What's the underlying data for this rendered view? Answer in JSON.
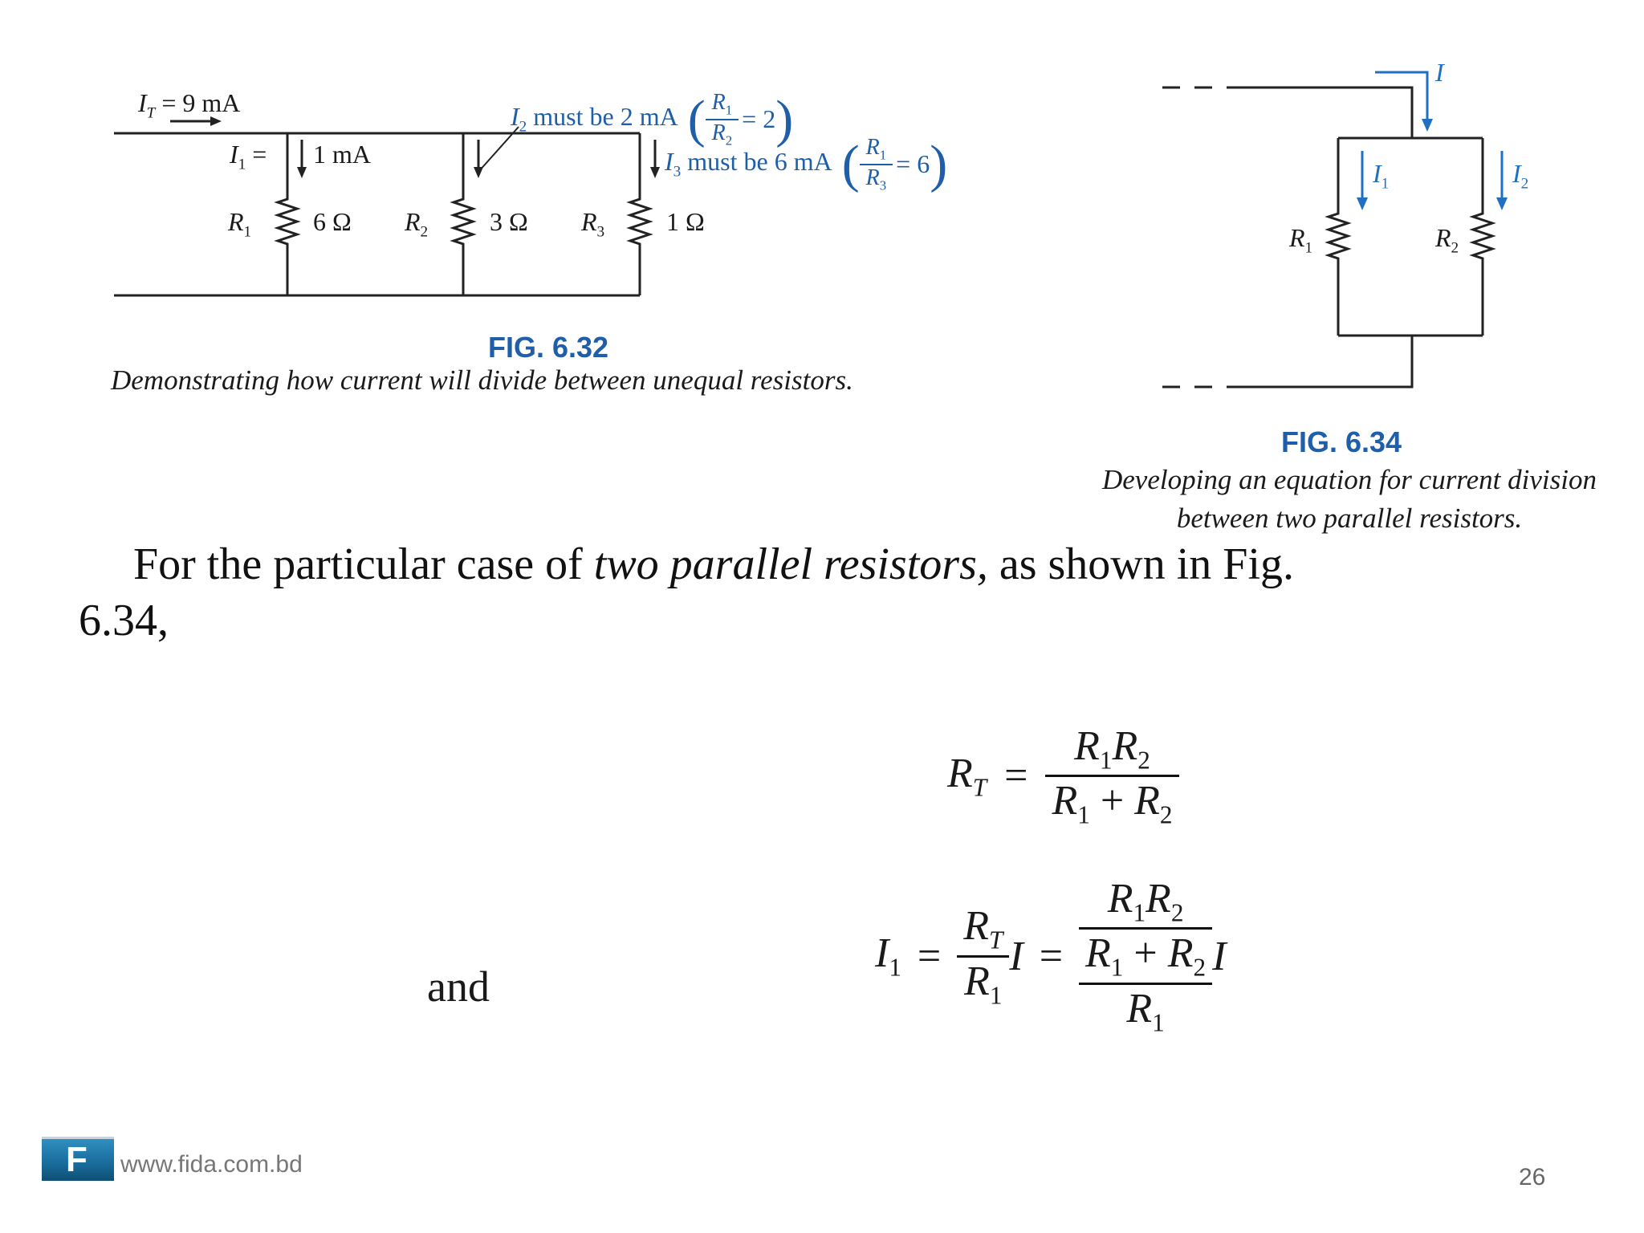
{
  "fig632": {
    "it_label": "I",
    "it_sub": "T",
    "it_value": "= 9 mA",
    "i1_label": "I",
    "i1_sub": "1",
    "i1_eq": "=",
    "i1_value": "1 mA",
    "i2_note_label": "I",
    "i2_note_sub": "2",
    "i2_note_text": "must be 2 mA",
    "i2_ratio_value": "= 2",
    "i3_note_label": "I",
    "i3_note_sub": "3",
    "i3_note_text": "must be 6 mA",
    "i3_ratio_value": "= 6",
    "r_label": "R",
    "r1_sub": "1",
    "r2_sub": "2",
    "r3_sub": "3",
    "r1_value": "6 Ω",
    "r2_value": "3 Ω",
    "r3_value": "1 Ω",
    "title": "FIG. 6.32",
    "caption": "Demonstrating how current will divide between unequal resistors."
  },
  "fig634": {
    "i_label": "I",
    "i1_label": "I",
    "i1_sub": "1",
    "i2_label": "I",
    "i2_sub": "2",
    "r_label": "R",
    "r1_sub": "1",
    "r2_sub": "2",
    "title": "FIG. 6.34",
    "caption_line1": "Developing an equation for current division",
    "caption_line2": "between two parallel resistors."
  },
  "body": {
    "text_before": "For the particular case of ",
    "text_italic": "two parallel resistors,",
    "text_after": " as shown in Fig.",
    "text_line2": "6.34,"
  },
  "eq": {
    "and_word": "and",
    "R": "R",
    "I": "I",
    "T": "T",
    "one": "1",
    "two": "2",
    "equals": "=",
    "plus": "+"
  },
  "footer": {
    "logo_letter": "F",
    "url": "www.fida.com.bd",
    "page_number": "26"
  }
}
